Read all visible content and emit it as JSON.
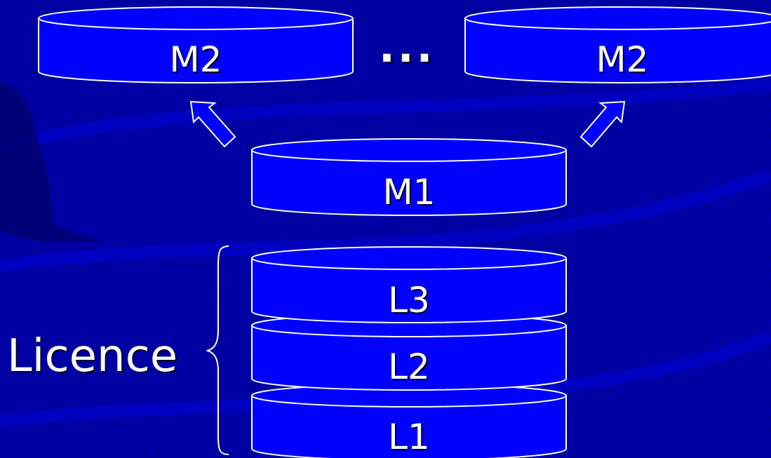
{
  "colors": {
    "background": "#0000a8",
    "cylinder_fill": "#0000ff",
    "stroke": "#ffffff"
  },
  "cylinders": {
    "m2_left": "M2",
    "m2_right": "M2",
    "m1": "M1",
    "l3": "L3",
    "l2": "L2",
    "l1": "L1"
  },
  "ellipsis": "...",
  "brace_label": "Licence",
  "icons": {
    "arrow_left": "up-left-arrow-icon",
    "arrow_right": "up-right-arrow-icon",
    "brace": "curly-brace-icon"
  }
}
